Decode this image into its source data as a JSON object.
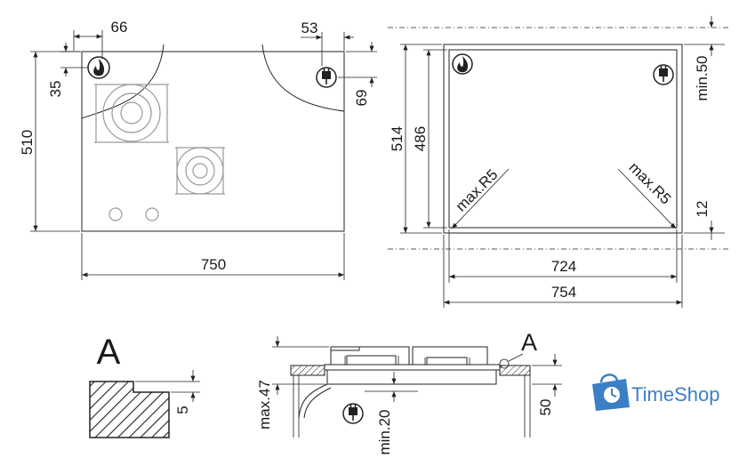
{
  "diagram": {
    "front_view": {
      "w_label": "750",
      "h_label": "510",
      "left_offset": "66",
      "top_offset": "35",
      "right_offset": "53",
      "plug_offset": "69"
    },
    "cutout_view": {
      "outer_w": "754",
      "inner_w": "724",
      "outer_h": "514",
      "inner_h": "486",
      "min_top": "min.50",
      "min_bottom": "12",
      "radius_left": "max.R5",
      "radius_right": "max.R5"
    },
    "detail": {
      "letter": "A",
      "step": "5"
    },
    "section_view": {
      "max_height": "max.47",
      "min_below": "min.20",
      "worktop": "50",
      "callout": "A"
    }
  },
  "logo": {
    "text": "TimeShop",
    "color": "#3b7fc4"
  },
  "colors": {
    "line": "#222222",
    "hatch": "#222222",
    "accent": "#3b7fc4"
  }
}
